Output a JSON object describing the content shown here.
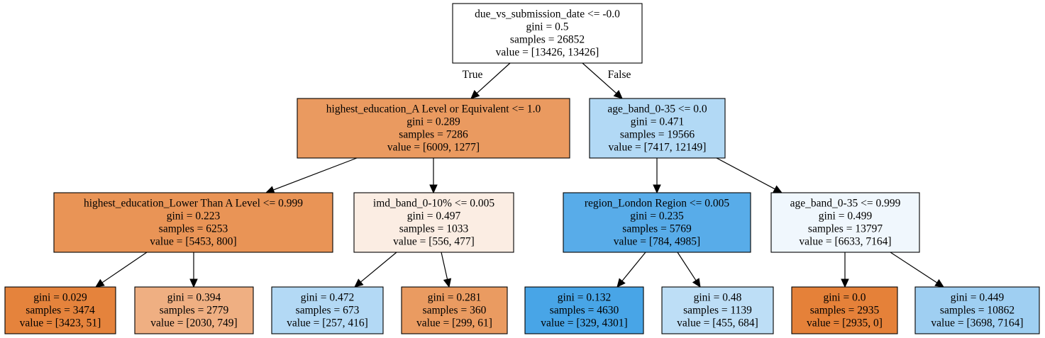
{
  "edge_labels": {
    "true": "True",
    "false": "False"
  },
  "colors": {
    "orange_dark": "#e58139",
    "blue_dark": "#399de5",
    "white": "#ffffff"
  },
  "nodes": [
    {
      "id": "n0",
      "lines": [
        "due_vs_submission_date <= -0.0",
        "gini = 0.5",
        "samples = 26852",
        "value = [13426, 13426]"
      ],
      "fill": "#ffffff"
    },
    {
      "id": "n1",
      "lines": [
        "highest_education_A Level or Equivalent <= 1.0",
        "gini = 0.289",
        "samples = 7286",
        "value = [6009, 1277]"
      ],
      "fill": "#ea9a60"
    },
    {
      "id": "n2",
      "lines": [
        "age_band_0-35 <= 0.0",
        "gini = 0.471",
        "samples = 19566",
        "value = [7417, 12149]"
      ],
      "fill": "#b2d9f5"
    },
    {
      "id": "n3",
      "lines": [
        "highest_education_Lower Than A Level <= 0.999",
        "gini = 0.223",
        "samples = 6253",
        "value = [5453, 800]"
      ],
      "fill": "#e99456"
    },
    {
      "id": "n4",
      "lines": [
        "imd_band_0-10% <= 0.005",
        "gini = 0.497",
        "samples = 1033",
        "value = [556, 477]"
      ],
      "fill": "#fbede3"
    },
    {
      "id": "n5",
      "lines": [
        "region_London Region <= 0.005",
        "gini = 0.235",
        "samples = 5769",
        "value = [784, 4985]"
      ],
      "fill": "#58ace9"
    },
    {
      "id": "n6",
      "lines": [
        "age_band_0-35 <= 0.999",
        "gini = 0.499",
        "samples = 13797",
        "value = [6633, 7164]"
      ],
      "fill": "#f0f7fd"
    },
    {
      "id": "n7",
      "lines": [
        "gini = 0.029",
        "samples = 3474",
        "value = [3423, 51]"
      ],
      "fill": "#e5833c"
    },
    {
      "id": "n8",
      "lines": [
        "gini = 0.394",
        "samples = 2779",
        "value = [2030, 749]"
      ],
      "fill": "#efaf82"
    },
    {
      "id": "n9",
      "lines": [
        "gini = 0.472",
        "samples = 673",
        "value = [257, 416]"
      ],
      "fill": "#b3d9f5"
    },
    {
      "id": "n10",
      "lines": [
        "gini = 0.281",
        "samples = 360",
        "value = [299, 61]"
      ],
      "fill": "#ea9b61"
    },
    {
      "id": "n11",
      "lines": [
        "gini = 0.132",
        "samples = 4630",
        "value = [329, 4301]"
      ],
      "fill": "#48a5e7"
    },
    {
      "id": "n12",
      "lines": [
        "gini = 0.48",
        "samples = 1139",
        "value = [455, 684]"
      ],
      "fill": "#bddef6"
    },
    {
      "id": "n13",
      "lines": [
        "gini = 0.0",
        "samples = 2935",
        "value = [2935, 0]"
      ],
      "fill": "#e58139"
    },
    {
      "id": "n14",
      "lines": [
        "gini = 0.449",
        "samples = 10862",
        "value = [3698, 7164]"
      ],
      "fill": "#9fcff2"
    }
  ],
  "edges": [
    {
      "from": "n0",
      "to": "n1",
      "label": "true"
    },
    {
      "from": "n0",
      "to": "n2",
      "label": "false"
    },
    {
      "from": "n1",
      "to": "n3"
    },
    {
      "from": "n1",
      "to": "n4"
    },
    {
      "from": "n2",
      "to": "n5"
    },
    {
      "from": "n2",
      "to": "n6"
    },
    {
      "from": "n3",
      "to": "n7"
    },
    {
      "from": "n3",
      "to": "n8"
    },
    {
      "from": "n4",
      "to": "n9"
    },
    {
      "from": "n4",
      "to": "n10"
    },
    {
      "from": "n5",
      "to": "n11"
    },
    {
      "from": "n5",
      "to": "n12"
    },
    {
      "from": "n6",
      "to": "n13"
    },
    {
      "from": "n6",
      "to": "n14"
    }
  ]
}
